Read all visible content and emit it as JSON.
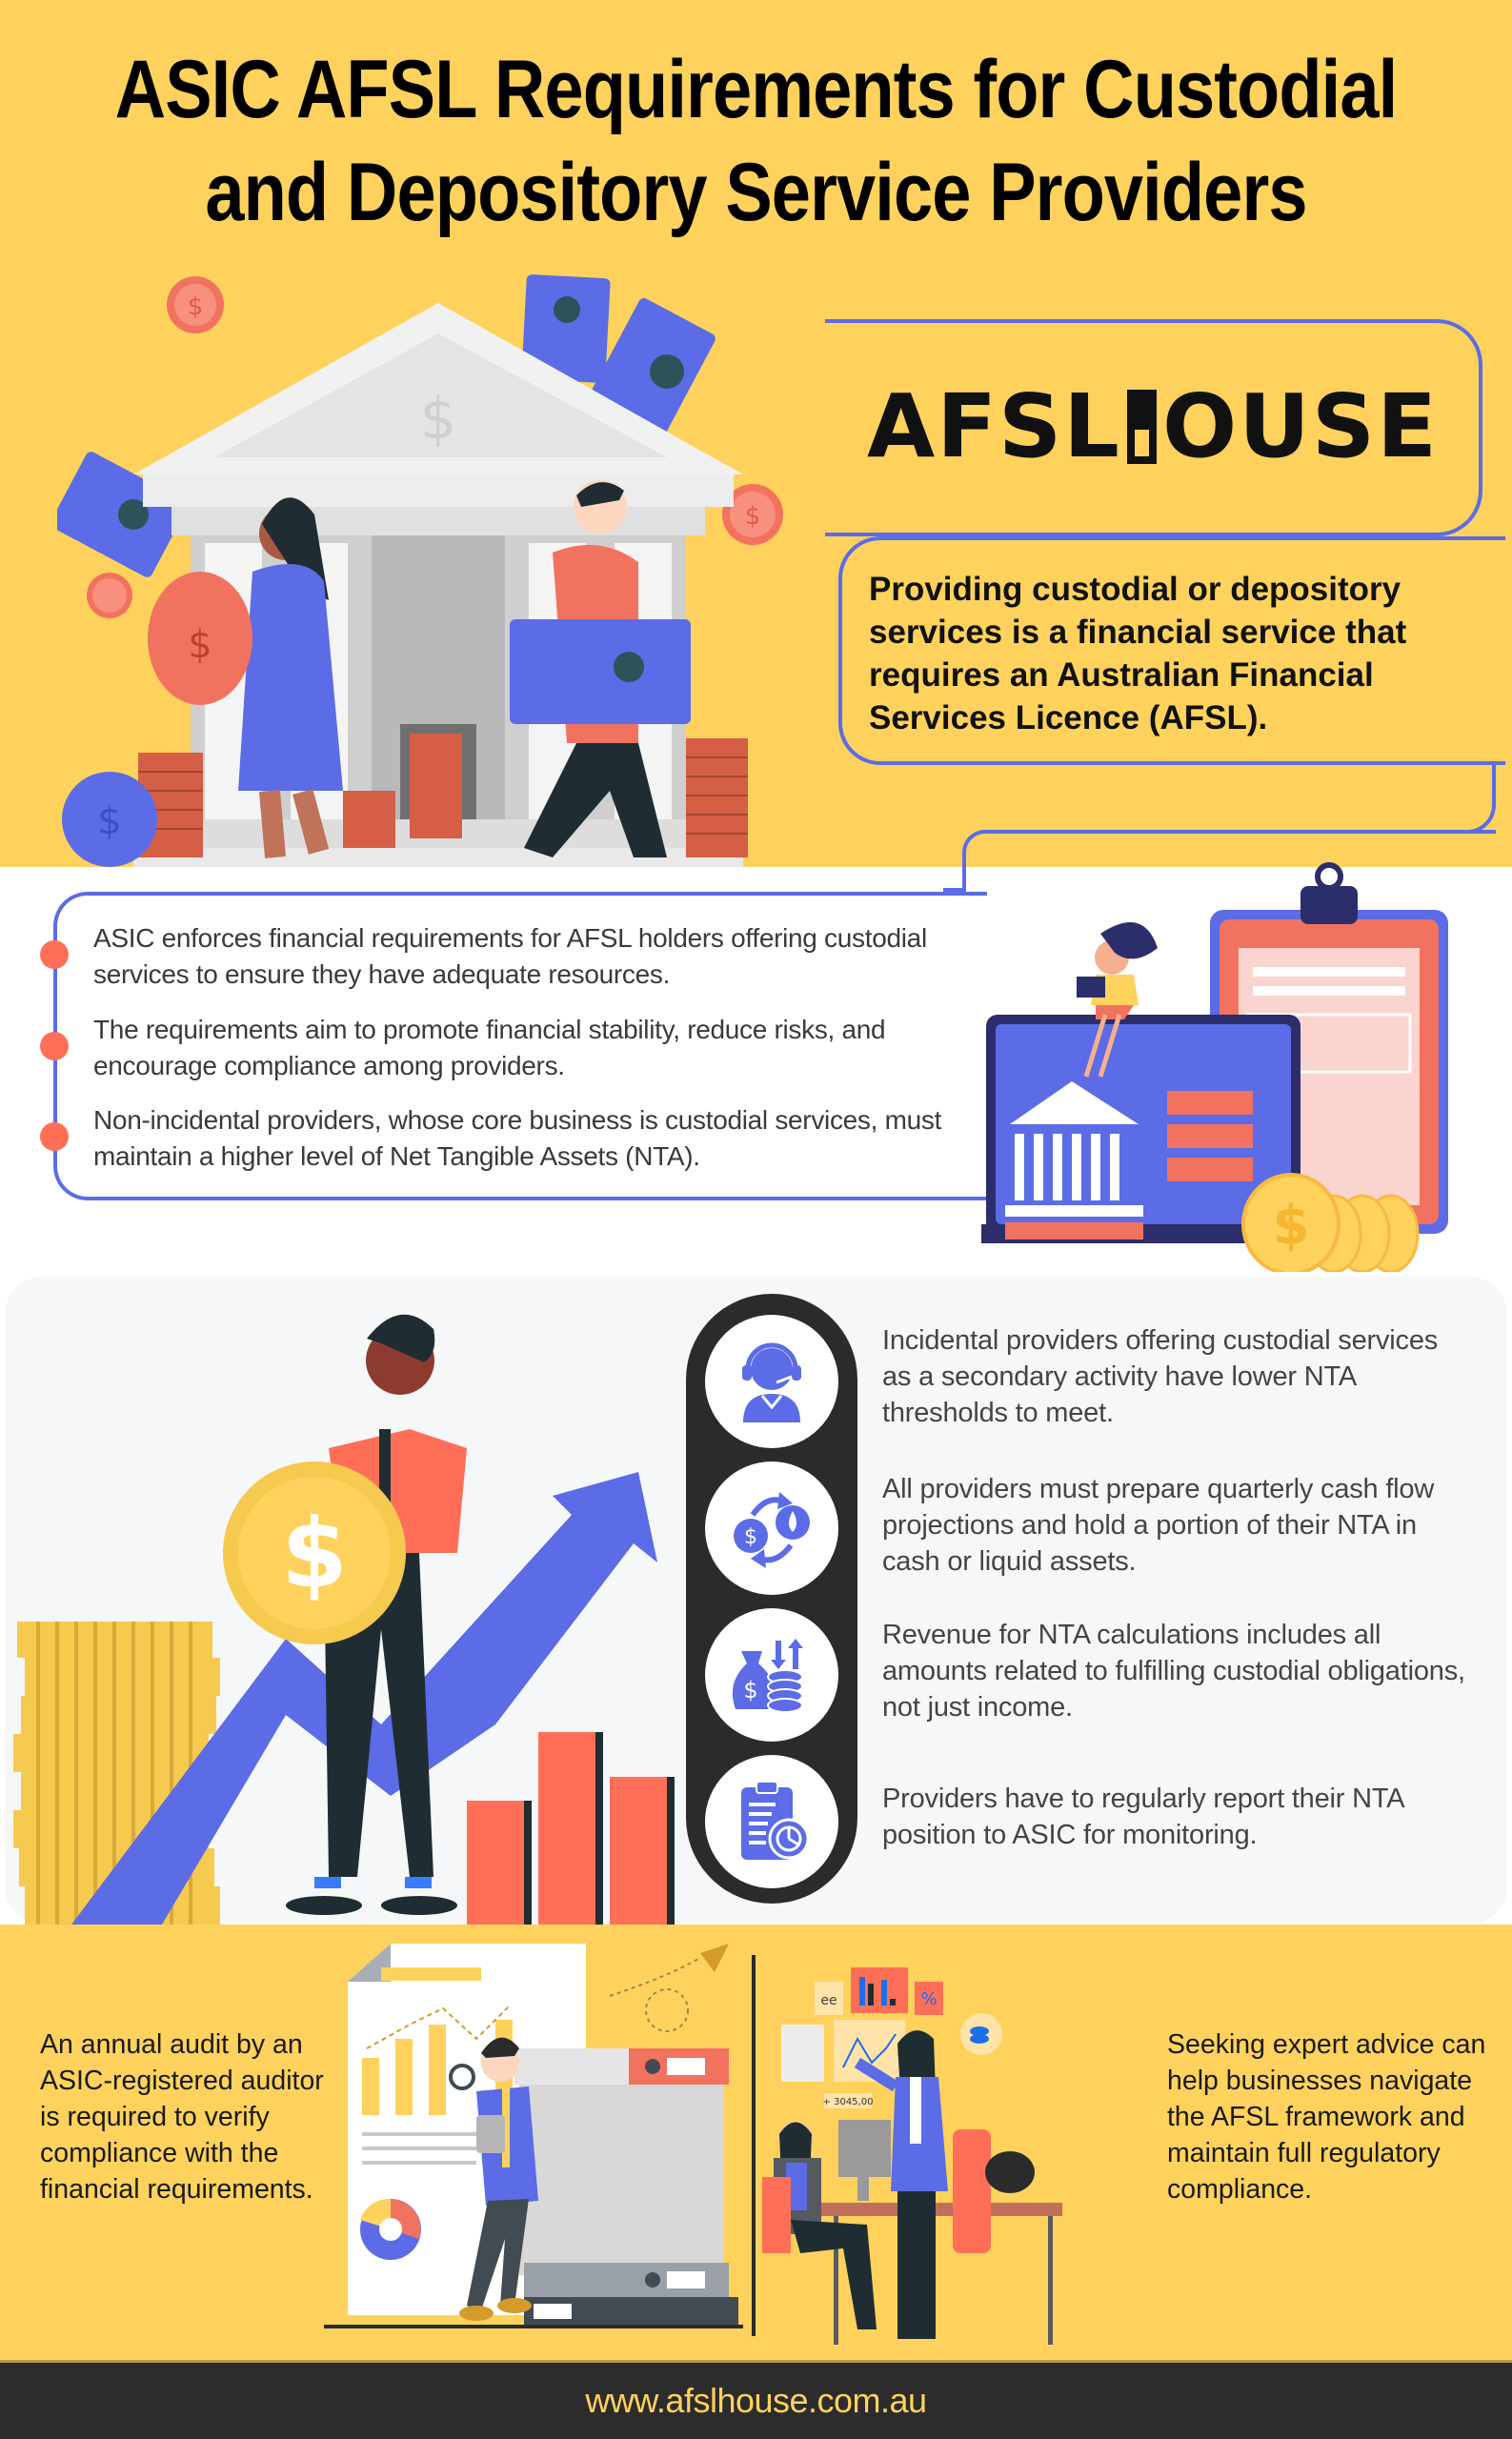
{
  "header": {
    "title_line1": "ASIC AFSL Requirements for Custodial",
    "title_line2": "and Depository Service Providers"
  },
  "brand": {
    "logo_prefix": "AFSL",
    "logo_suffix": "OUSE",
    "logo_full": "AFSLHOUSE"
  },
  "intro": {
    "text": "Providing custodial or depository services is a financial service that requires an Australian Financial Services Licence (AFSL)."
  },
  "section_requirements": {
    "bullets": [
      {
        "text": "ASIC enforces financial requirements for AFSL holders offering custodial services to ensure they have adequate resources."
      },
      {
        "text": "The requirements aim to promote financial stability, reduce risks, and encourage compliance among providers."
      },
      {
        "text": "Non-incidental providers, whose core business is custodial services, must maintain a higher level of Net Tangible Assets (NTA)."
      }
    ]
  },
  "section_nta": {
    "items": [
      {
        "icon": "customer-support-icon",
        "text": "Incidental providers offering custodial services as a secondary activity have lower NTA thresholds to meet."
      },
      {
        "icon": "cash-liquidity-exchange-icon",
        "text": "All providers must prepare quarterly cash flow projections and hold a portion of their NTA in cash or liquid assets."
      },
      {
        "icon": "money-bag-coins-icon",
        "text": "Revenue for NTA calculations includes all amounts related to fulfilling custodial obligations, not just income."
      },
      {
        "icon": "report-clipboard-chart-icon",
        "text": "Providers have to regularly report their NTA position to ASIC for monitoring."
      }
    ]
  },
  "section_bottom": {
    "audit_text": "An annual audit by an ASIC-registered auditor is required to verify compliance with the financial requirements.",
    "advice_text": "Seeking expert advice can help businesses navigate the AFSL framework and maintain full regulatory compliance.",
    "illustration_value": "+ 3045,00",
    "illustration_percent": "%"
  },
  "footer": {
    "url": "www.afslhouse.com.au"
  },
  "colors": {
    "background_yellow": "#FED25C",
    "accent_blue": "#5B6CE6",
    "accent_coral": "#FF6F57",
    "dark": "#2C2C2C",
    "card_grey": "#F6F7F9"
  }
}
